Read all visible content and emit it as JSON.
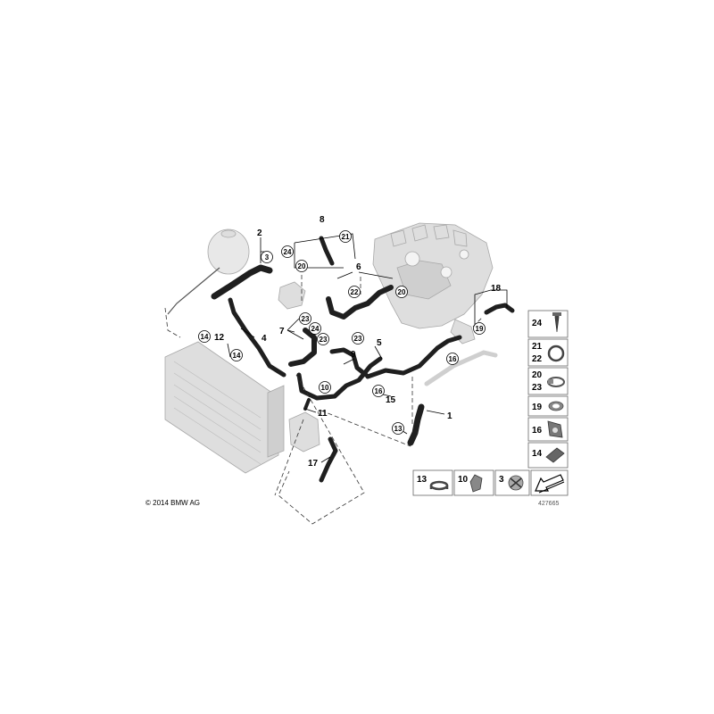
{
  "diagram": {
    "copyright": "© 2014 BMW AG",
    "drawing_id": "427665",
    "callouts": [
      {
        "key": "c1",
        "label": "1"
      },
      {
        "key": "c2",
        "label": "2"
      },
      {
        "key": "c3",
        "label": "3"
      },
      {
        "key": "c4",
        "label": "4"
      },
      {
        "key": "c5",
        "label": "5"
      },
      {
        "key": "c6",
        "label": "6"
      },
      {
        "key": "c7",
        "label": "7"
      },
      {
        "key": "c8",
        "label": "8"
      },
      {
        "key": "c9",
        "label": "9"
      },
      {
        "key": "c10",
        "label": "10"
      },
      {
        "key": "c11",
        "label": "11"
      },
      {
        "key": "c12",
        "label": "12"
      },
      {
        "key": "c13",
        "label": "13"
      },
      {
        "key": "c14a",
        "label": "14"
      },
      {
        "key": "c14b",
        "label": "14"
      },
      {
        "key": "c15",
        "label": "15"
      },
      {
        "key": "c16a",
        "label": "16"
      },
      {
        "key": "c16b",
        "label": "16"
      },
      {
        "key": "c17",
        "label": "17"
      },
      {
        "key": "c18",
        "label": "18"
      },
      {
        "key": "c19",
        "label": "19"
      },
      {
        "key": "c20a",
        "label": "20"
      },
      {
        "key": "c20b",
        "label": "20"
      },
      {
        "key": "c21",
        "label": "21"
      },
      {
        "key": "c22",
        "label": "22"
      },
      {
        "key": "c23a",
        "label": "23"
      },
      {
        "key": "c23b",
        "label": "23"
      },
      {
        "key": "c23c",
        "label": "23"
      },
      {
        "key": "c24a",
        "label": "24"
      },
      {
        "key": "c24b",
        "label": "24"
      }
    ],
    "legend_right": [
      {
        "key": "l24",
        "labels": [
          "24"
        ]
      },
      {
        "key": "l21",
        "labels": [
          "21",
          "22"
        ]
      },
      {
        "key": "l20",
        "labels": [
          "20",
          "23"
        ]
      },
      {
        "key": "l19",
        "labels": [
          "19"
        ]
      },
      {
        "key": "l16",
        "labels": [
          "16"
        ]
      },
      {
        "key": "l14",
        "labels": [
          "14"
        ]
      }
    ],
    "legend_bottom": [
      {
        "key": "b13",
        "label": "13"
      },
      {
        "key": "b10",
        "label": "10"
      },
      {
        "key": "b3",
        "label": "3"
      }
    ]
  }
}
